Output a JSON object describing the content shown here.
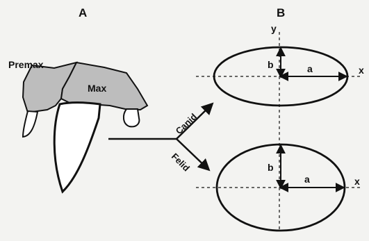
{
  "panel_a": {
    "label": "A",
    "premax_label": "Premax",
    "max_label": "Max"
  },
  "panel_b": {
    "label": "B",
    "y_axis_label": "y",
    "top_ellipse": {
      "x_label": "x",
      "a_label": "a",
      "b_label": "b"
    },
    "bottom_ellipse": {
      "x_label": "x",
      "a_label": "a",
      "b_label": "b"
    }
  },
  "arrows": {
    "canid_label": "Canid",
    "felid_label": "Felid"
  },
  "colors": {
    "bone_fill": "#bdbdbd",
    "ink": "#111111",
    "tooth_fill": "#ffffff",
    "background": "#f3f3f1"
  }
}
